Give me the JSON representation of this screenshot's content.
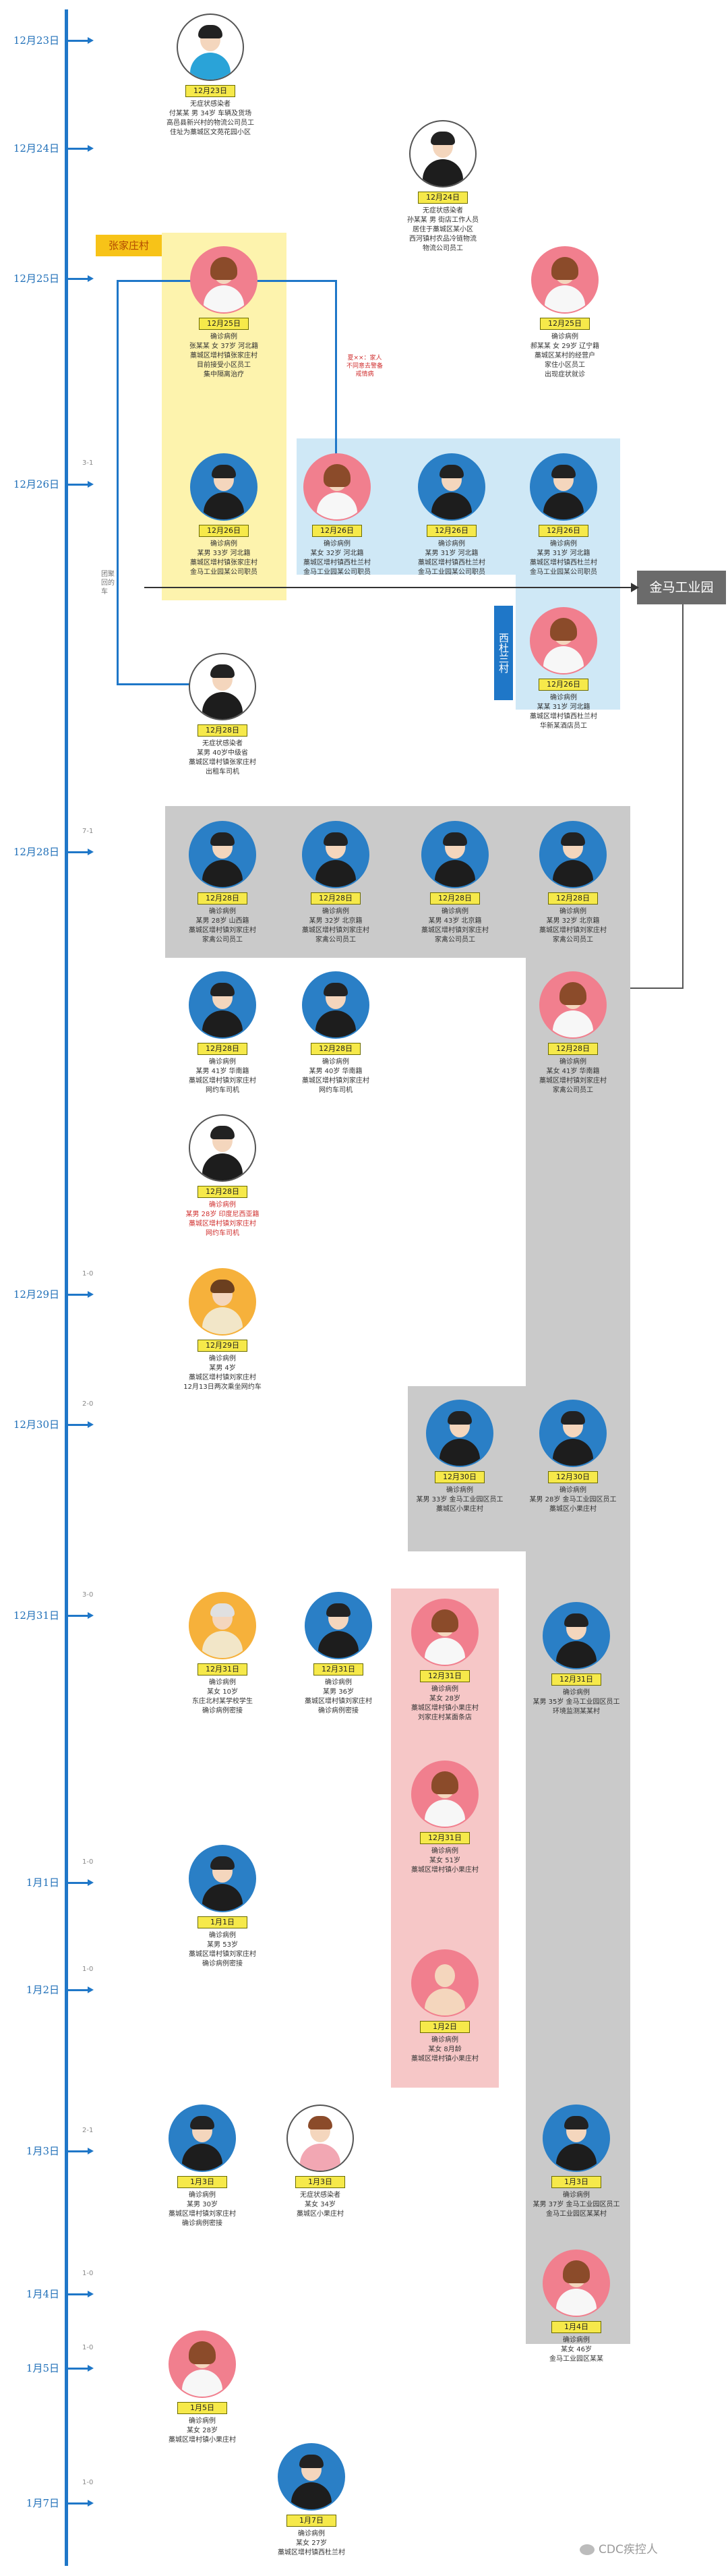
{
  "dates": [
    "12月23日",
    "12月24日",
    "12月25日",
    "12月26日",
    "12月28日",
    "12月29日",
    "12月30日",
    "12月31日",
    "1月1日",
    "1月2日",
    "1月3日",
    "1月4日",
    "1月5日",
    "1月7日"
  ],
  "counts": [
    "3-1",
    "7-1",
    "1-0",
    "2-0",
    "3-0",
    "1-0",
    "1-0",
    "2-1",
    "1-0",
    "1-0",
    "1-0"
  ],
  "zones": {
    "zhangjiazhuang": "张家庄村",
    "xidu": "西杜兰村",
    "jinma": "金马工业园",
    "note_red": "夏××：家人\n不同意去警备\n戒情病",
    "note_side": "团聚\n回的\n车"
  },
  "cases": [
    {
      "id": "c1",
      "tag": "12月23日",
      "info": "无症状感染者\n付某某 男 34岁 车辆及货场\n高邑县新兴村的物流公司员工\n住址为藁城区文苑花园小区"
    },
    {
      "id": "c2",
      "tag": "12月24日",
      "info": "无症状感染者\n孙某某 男 街店工作人员\n居住于藁城区某小区\n西河镇村农品冷链物流\n物流公司员工"
    },
    {
      "id": "c3",
      "tag": "12月25日",
      "info": "确诊病例\n郝某某 女 29岁 辽宁籍\n藁城区某村的经营户\n家住小区员工\n出现症状就诊"
    },
    {
      "id": "c4",
      "tag": "12月25日",
      "info": "确诊病例\n张某某 女 37岁 河北籍\n藁城区增村镇张家庄村\n目前接受小区员工\n集中隔离治疗"
    },
    {
      "id": "c5",
      "tag": "12月26日",
      "info": "确诊病例\n某男 33岁 河北籍\n藁城区增村镇张家庄村\n金马工业园某公司职员"
    },
    {
      "id": "c6",
      "tag": "12月26日",
      "info": "确诊病例\n某女 32岁 河北籍\n藁城区增村镇西杜兰村\n金马工业园某公司职员"
    },
    {
      "id": "c7",
      "tag": "12月26日",
      "info": "确诊病例\n某男 31岁 河北籍\n藁城区增村镇西杜兰村\n金马工业园某公司职员"
    },
    {
      "id": "c8",
      "tag": "12月26日",
      "info": "确诊病例\n某男 31岁 河北籍\n藁城区增村镇西杜兰村\n金马工业园某公司职员"
    },
    {
      "id": "c9",
      "tag": "12月26日",
      "info": "确诊病例\n某某 31岁 河北籍\n藁城区增村镇西杜兰村\n华新某酒店员工"
    },
    {
      "id": "c10",
      "tag": "12月28日",
      "info": "无症状感染者\n某男 40岁中级省\n藁城区增村镇张家庄村\n出租车司机"
    },
    {
      "id": "c11",
      "tag": "12月28日",
      "info": "确诊病例\n某男 28岁 山西籍\n藁城区增村镇刘家庄村\n家禽公司员工"
    },
    {
      "id": "c12",
      "tag": "12月28日",
      "info": "确诊病例\n某男 32岁 北京籍\n藁城区增村镇刘家庄村\n家禽公司员工"
    },
    {
      "id": "c13",
      "tag": "12月28日",
      "info": "确诊病例\n某男 43岁 北京籍\n藁城区增村镇刘家庄村\n家禽公司员工"
    },
    {
      "id": "c14",
      "tag": "12月28日",
      "info": "确诊病例\n某男 32岁 北京籍\n藁城区增村镇刘家庄村\n家禽公司员工"
    },
    {
      "id": "c15",
      "tag": "12月28日",
      "info": "确诊病例\n某男 41岁 华南籍\n藁城区增村镇刘家庄村\n网约车司机"
    },
    {
      "id": "c16",
      "tag": "12月28日",
      "info": "确诊病例\n某男 40岁 华南籍\n藁城区增村镇刘家庄村\n网约车司机"
    },
    {
      "id": "c17",
      "tag": "12月28日",
      "info": "确诊病例\n某女 41岁 华南籍\n藁城区增村镇刘家庄村\n家禽公司员工"
    },
    {
      "id": "c18",
      "tag": "12月28日",
      "info": "确诊病例\n某男 28岁 印度尼西亚籍\n藁城区增村镇刘家庄村\n网约车司机"
    },
    {
      "id": "c19",
      "tag": "12月29日",
      "info": "确诊病例\n某男 4岁\n藁城区增村镇刘家庄村\n12月13日两次乘坐网约车"
    },
    {
      "id": "c20",
      "tag": "12月30日",
      "info": "确诊病例\n某男 33岁 金马工业园区员工\n藁城区小果庄村"
    },
    {
      "id": "c21",
      "tag": "12月30日",
      "info": "确诊病例\n某男 28岁 金马工业园区员工\n藁城区小果庄村"
    },
    {
      "id": "c22",
      "tag": "12月31日",
      "info": "确诊病例\n某女 10岁\n东庄北村某学校学生\n确诊病例密接"
    },
    {
      "id": "c23",
      "tag": "12月31日",
      "info": "确诊病例\n某男 36岁\n藁城区增村镇刘家庄村\n确诊病例密接"
    },
    {
      "id": "c24",
      "tag": "12月31日",
      "info": "确诊病例\n某女 28岁\n藁城区增村镇小果庄村\n刘家庄村某面条店"
    },
    {
      "id": "c25",
      "tag": "12月31日",
      "info": "确诊病例\n某男 35岁 金马工业园区员工\n环境监测某某村"
    },
    {
      "id": "c26",
      "tag": "12月31日",
      "info": "确诊病例\n某女 51岁\n藁城区增村镇小果庄村"
    },
    {
      "id": "c27",
      "tag": "1月1日",
      "info": "确诊病例\n某男 53岁\n藁城区增村镇刘家庄村\n确诊病例密接"
    },
    {
      "id": "c28",
      "tag": "1月2日",
      "info": "确诊病例\n某女 8月龄\n藁城区增村镇小果庄村"
    },
    {
      "id": "c29",
      "tag": "1月3日",
      "info": "确诊病例\n某男 30岁\n藁城区增村镇刘家庄村\n确诊病例密接"
    },
    {
      "id": "c30",
      "tag": "1月3日",
      "info": "无症状感染者\n某女 34岁\n藁城区小果庄村"
    },
    {
      "id": "c31",
      "tag": "1月3日",
      "info": "确诊病例\n某男 37岁 金马工业园区员工\n金马工业园区某某村"
    },
    {
      "id": "c32",
      "tag": "1月4日",
      "info": "确诊病例\n某女 46岁\n金马工业园区某某"
    },
    {
      "id": "c33",
      "tag": "1月5日",
      "info": "确诊病例\n某女 28岁\n藁城区增村镇小果庄村"
    },
    {
      "id": "c34",
      "tag": "1月7日",
      "info": "确诊病例\n某女 27岁\n藁城区增村镇西杜兰村"
    }
  ],
  "watermark": "CDC疾控人",
  "colors": {
    "blue": "#2a7fc6",
    "pink": "#f17f8e",
    "yellow_zone": "#fdf3ad",
    "blue_zone": "#cfe8f6",
    "gray_zone": "#cacaca",
    "pink_zone": "#f6c7c7"
  }
}
